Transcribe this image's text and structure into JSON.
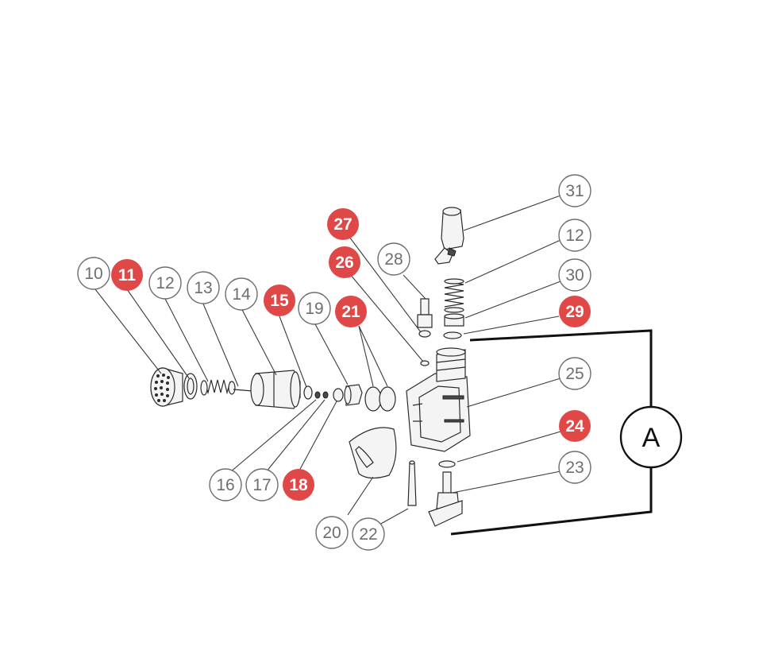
{
  "assembly": {
    "label": "A"
  },
  "callouts": [
    {
      "label": "10",
      "style": "outline"
    },
    {
      "label": "11",
      "style": "filled"
    },
    {
      "label": "12",
      "style": "outline"
    },
    {
      "label": "13",
      "style": "outline"
    },
    {
      "label": "14",
      "style": "outline"
    },
    {
      "label": "15",
      "style": "filled"
    },
    {
      "label": "19",
      "style": "outline"
    },
    {
      "label": "21",
      "style": "filled"
    },
    {
      "label": "16",
      "style": "outline"
    },
    {
      "label": "17",
      "style": "outline"
    },
    {
      "label": "18",
      "style": "filled"
    },
    {
      "label": "20",
      "style": "outline"
    },
    {
      "label": "22",
      "style": "outline"
    },
    {
      "label": "27",
      "style": "filled"
    },
    {
      "label": "26",
      "style": "filled"
    },
    {
      "label": "28",
      "style": "outline"
    },
    {
      "label": "31",
      "style": "outline"
    },
    {
      "label": "12",
      "style": "outline"
    },
    {
      "label": "30",
      "style": "outline"
    },
    {
      "label": "29",
      "style": "filled"
    },
    {
      "label": "25",
      "style": "outline"
    },
    {
      "label": "24",
      "style": "filled"
    },
    {
      "label": "23",
      "style": "outline"
    }
  ],
  "colors": {
    "highlight": "#e04848",
    "outline": "#6e6e6e",
    "line": "#2b2b2b"
  }
}
